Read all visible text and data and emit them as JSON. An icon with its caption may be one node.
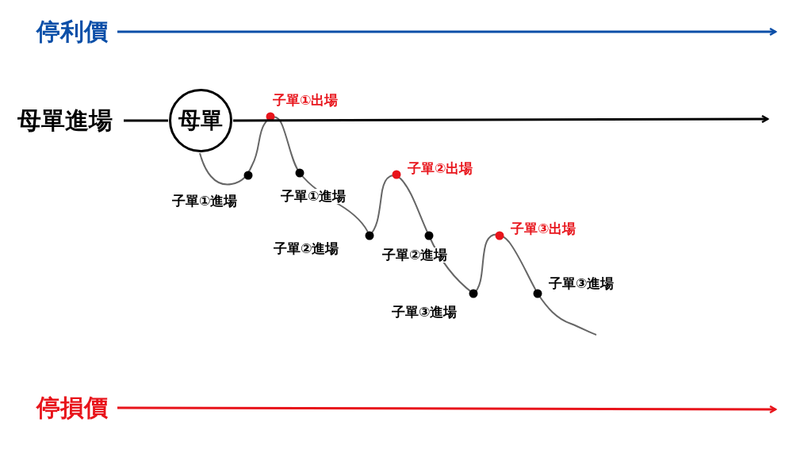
{
  "diagram": {
    "nodes": [
      {
        "text": [
          "停利價"
        ]
      },
      {
        "text": [
          "母單進場"
        ]
      },
      {
        "text": [
          "母單"
        ]
      },
      {
        "text": [
          "停損價"
        ]
      }
    ],
    "edges": [
      {
        "from": 0,
        "to": null,
        "arrow": "to",
        "color": "#0b4fa8"
      },
      {
        "from": 1,
        "to": 2,
        "arrow": "none"
      },
      {
        "from": 2,
        "to": null,
        "arrow": "to"
      },
      {
        "from": 3,
        "to": null,
        "arrow": "to",
        "color": "#e8141b"
      }
    ],
    "labels": [
      "子單①出場",
      "子單②出場",
      "子單①進場",
      "子單①進場",
      "子單③出場",
      "子單②進場",
      "子單②進場",
      "子單③進場",
      "子單③進場"
    ]
  }
}
